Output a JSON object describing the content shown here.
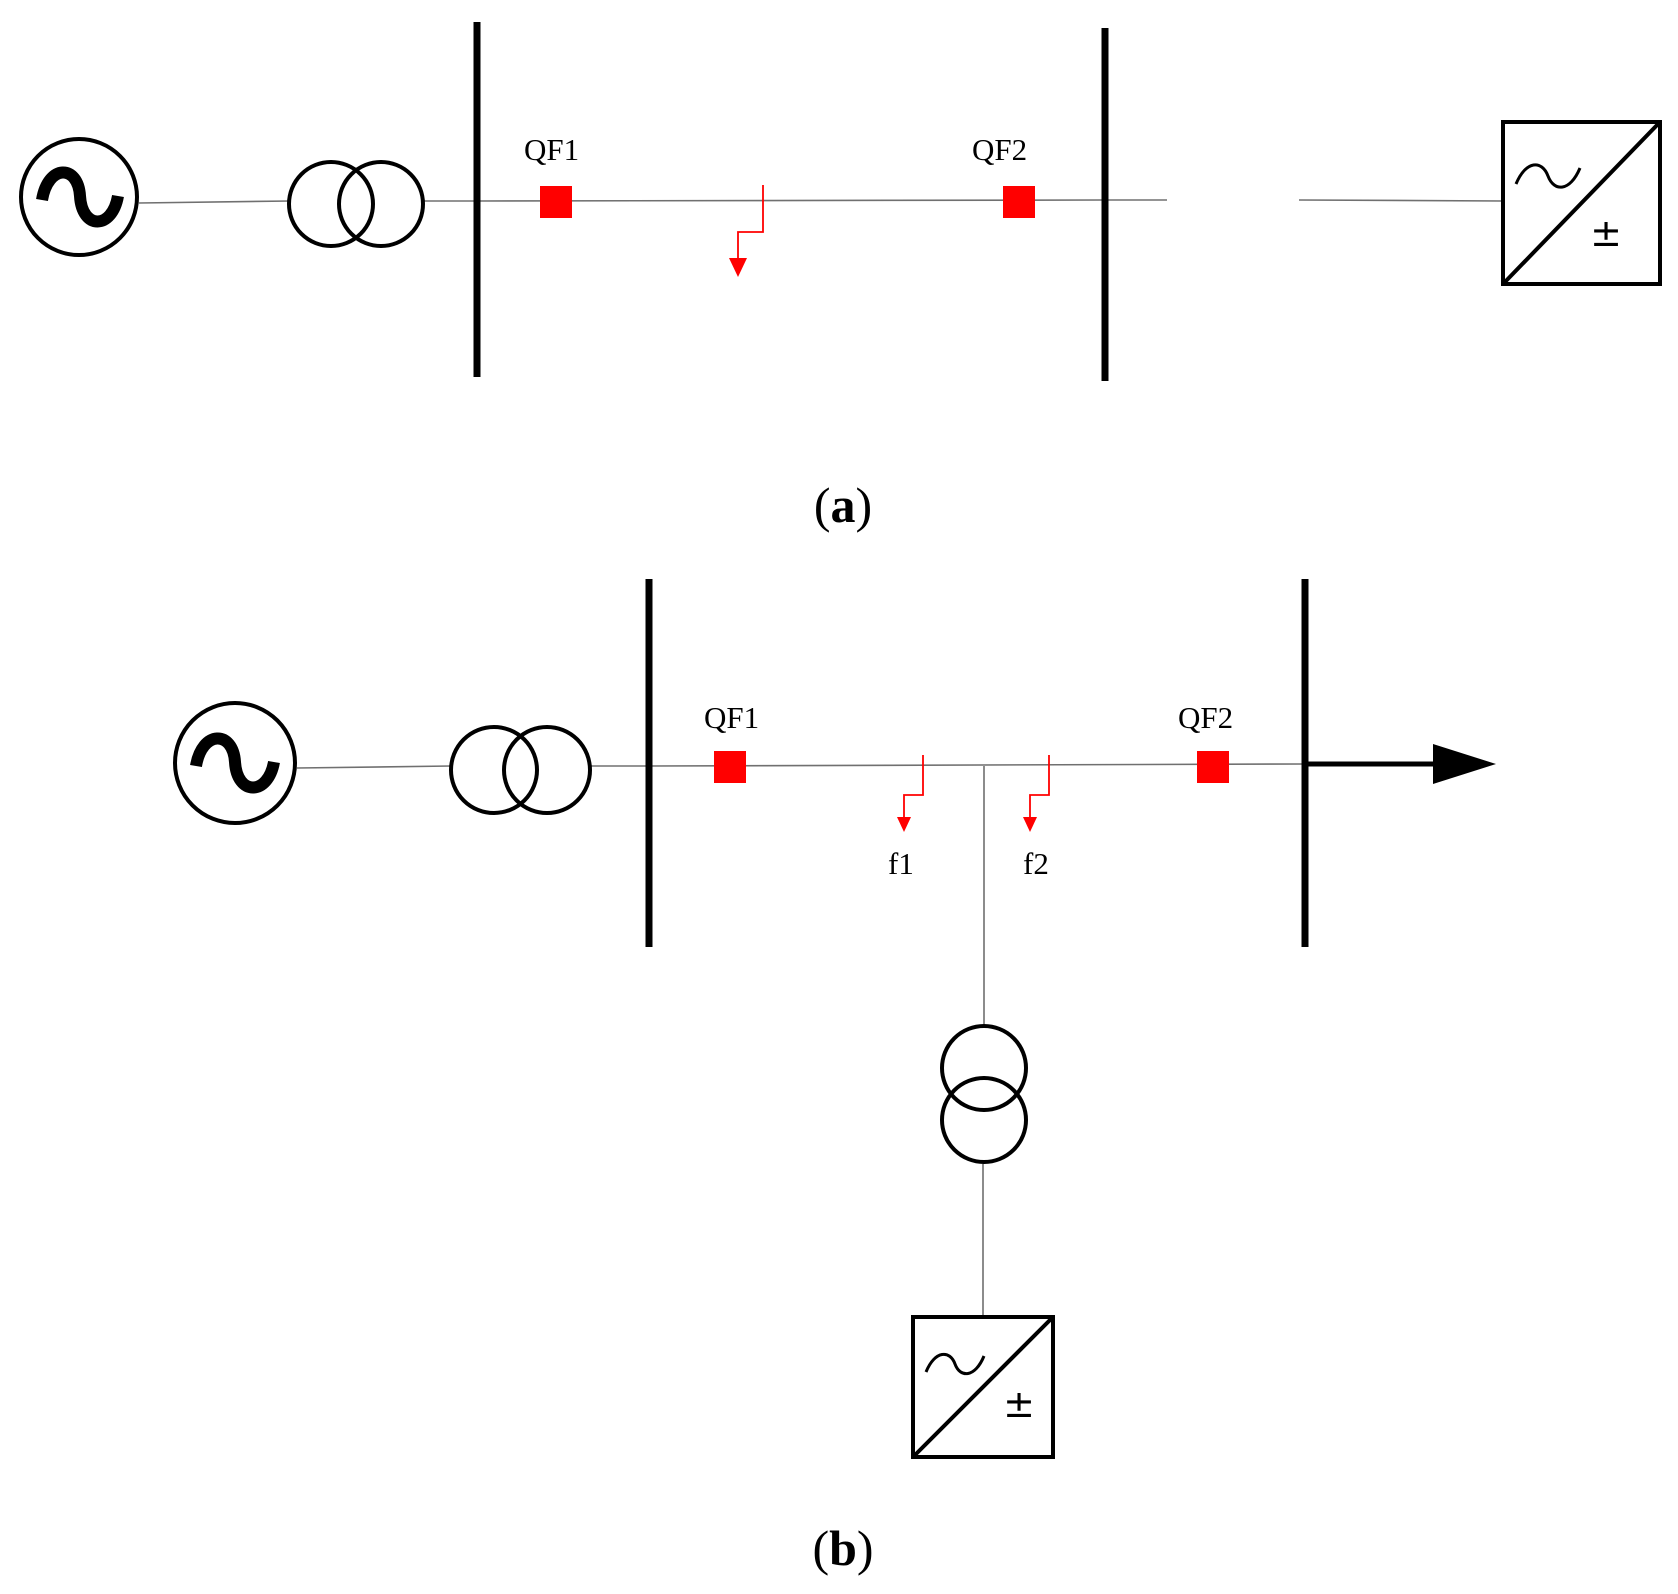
{
  "diagram_a": {
    "caption_open": "(",
    "caption_letter": "a",
    "caption_close": ")",
    "breaker_1": "QF1",
    "breaker_2": "QF2"
  },
  "diagram_b": {
    "caption_open": "(",
    "caption_letter": "b",
    "caption_close": ")",
    "breaker_1": "QF1",
    "breaker_2": "QF2",
    "fault_1": "f1",
    "fault_2": "f2"
  },
  "symbols": {
    "converter_dc": "±"
  },
  "colors": {
    "breaker": "#ff0000",
    "fault": "#ff0000",
    "line": "#707070",
    "symbol": "#000000"
  }
}
